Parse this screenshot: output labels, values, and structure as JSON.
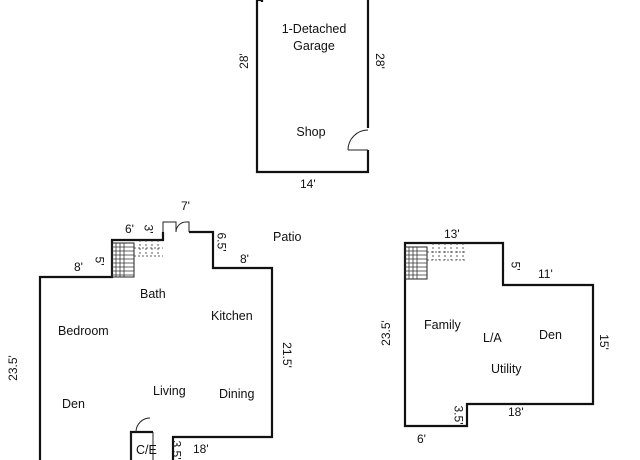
{
  "garage": {
    "title": "1-Detached",
    "title2": "Garage",
    "room": "Shop",
    "dim_left": "28'",
    "dim_right": "28'",
    "dim_bottom": "14'"
  },
  "main_floor": {
    "rooms": {
      "bath": "Bath",
      "bedroom": "Bedroom",
      "kitchen": "Kitchen",
      "living": "Living",
      "dining": "Dining",
      "den": "Den",
      "patio": "Patio",
      "ce": "C/E"
    },
    "dims": {
      "d6": "6'",
      "d3": "3'",
      "d7": "7'",
      "d6_5": "6.5'",
      "d8_left": "8'",
      "d5": "5'",
      "d8_right": "8'",
      "d21_5": "21.5'",
      "d23_5": "23.5'",
      "d3_5": "3.5'",
      "d18": "18'"
    }
  },
  "lower_floor": {
    "rooms": {
      "family": "Family",
      "la": "L/A",
      "den": "Den",
      "utility": "Utility"
    },
    "dims": {
      "d13": "13'",
      "d5": "5'",
      "d11": "11'",
      "d23_5": "23.5'",
      "d15": "15'",
      "d18": "18'",
      "d3_5": "3.5'",
      "d6": "6'"
    }
  }
}
